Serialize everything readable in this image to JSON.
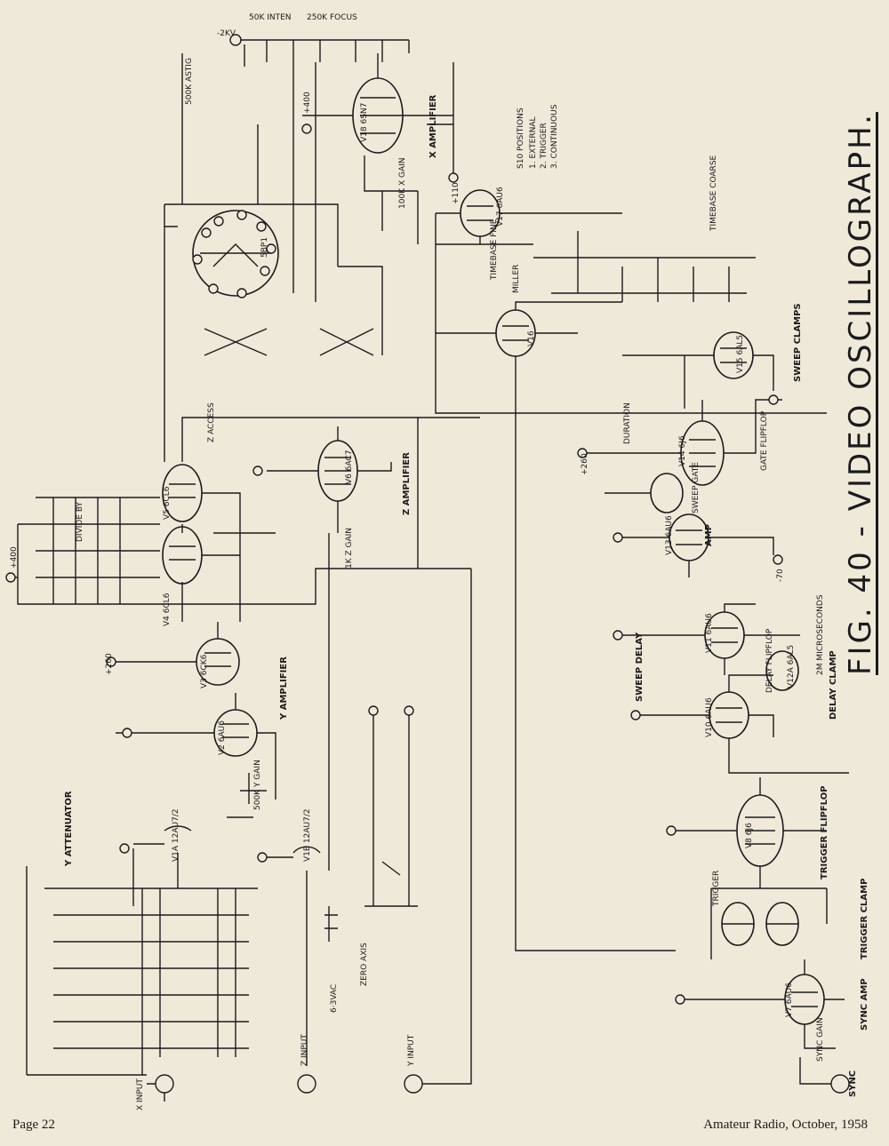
{
  "figure": {
    "title": "FIG. 40 - VIDEO OSCILLOGRAPH."
  },
  "footer": {
    "page": "Page 22",
    "publication": "Amateur Radio, October, 1958"
  },
  "labels": {
    "supply_2kv": "-2KV",
    "inten": "50K INTEN",
    "focus": "250K FOCUS",
    "astig": "500K ASTIG",
    "x_amplifier": "X AMPLIFIER",
    "x_gain": "100K X GAIN",
    "y_amplifier": "Y AMPLIFIER",
    "y_gain": "500K Y GAIN",
    "z_amplifier": "Z AMPLIFIER",
    "z_gain": "1K Z GAIN",
    "z_access": "Z ACCESS",
    "divide_by": "DIVIDE BY",
    "y_attenuator": "Y ATTENUATOR",
    "timebase_fine": "TIMEBASE FINE",
    "timebase_coarse": "TIMEBASE COARSE",
    "miller": "MILLER",
    "s10_positions": "S10 POSITIONS",
    "s10_1": "1. EXTERNAL",
    "s10_2": "2. TRIGGER",
    "s10_3": "3. CONTINUOUS",
    "sweep_clamps": "SWEEP CLAMPS",
    "gate_flipflop": "GATE FLIPFLOP",
    "duration": "DURATION",
    "sweep_gate": "SWEEP GATE",
    "amp": "AMP",
    "sweep_delay": "SWEEP DELAY",
    "microseconds": "2M MICROSECONDS",
    "delay_flipflop": "DELAY FLIPFLOP",
    "delay_clamp": "DELAY CLAMP",
    "trigger_flipflop": "TRIGGER FLIPFLOP",
    "trigger": "TRIGGER",
    "trigger_clamp": "TRIGGER CLAMP",
    "sync_amp": "SYNC AMP",
    "sync_gain": "SYNC GAIN",
    "sync": "SYNC",
    "x_input": "X INPUT",
    "y_input": "Y INPUT",
    "z_input": "Z INPUT",
    "vac": "6·3VAC",
    "zero_axis": "ZERO AXIS",
    "crt": "5BP1",
    "tubes": {
      "v1a": "V1A 12AU7/2",
      "v1b": "V1B 12AU7/2",
      "v2": "V2 6AU6",
      "v3": "V3 6CK6",
      "v4": "V4 6CL6",
      "v5": "V5 6CL6",
      "v6": "V6 6AC7",
      "v7": "V7 6AU6",
      "v8": "V8 6J6",
      "v10": "V10 6AU6",
      "v11": "V11 6AU6",
      "v12a": "V12A 6AL5",
      "v13": "V13 6AU6",
      "v14": "V14 6J6",
      "v15": "V15 6AL5",
      "v16": "V16",
      "v17": "V17 6AU6",
      "v18": "V18 6SN7"
    },
    "supplies": {
      "p400": "+400",
      "p260": "+260",
      "p110": "+110",
      "m70": "-70"
    }
  }
}
